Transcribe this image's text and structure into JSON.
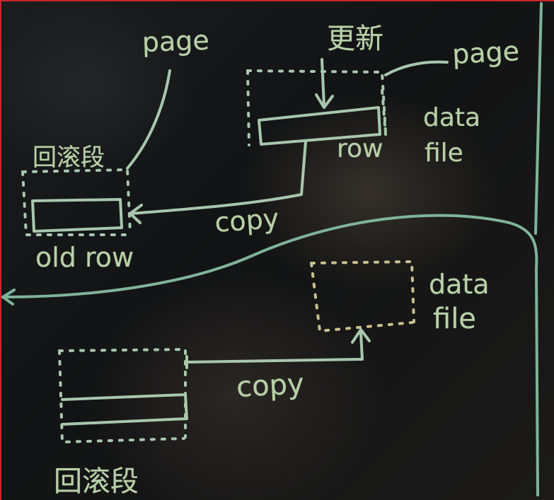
{
  "labels": {
    "page_top_left": "page",
    "update_cjk": "更新",
    "page_top_right": "page",
    "data_file_top": "data file",
    "data_top": "data",
    "file_top": "file",
    "row": "row",
    "undo_segment_top": "回滚段",
    "copy_top": "copy",
    "old_row": "old row",
    "data_bottom": "data",
    "file_bottom": "file",
    "copy_bottom": "copy",
    "undo_segment_bottom": "回滚段"
  },
  "colors": {
    "chalk": "#b8d1a8",
    "chalk_line": "#a8c7ad",
    "green_line": "#7fb39a",
    "warm_dash": "#c9c08e",
    "board": "#161819",
    "frame": "#c8262b"
  }
}
